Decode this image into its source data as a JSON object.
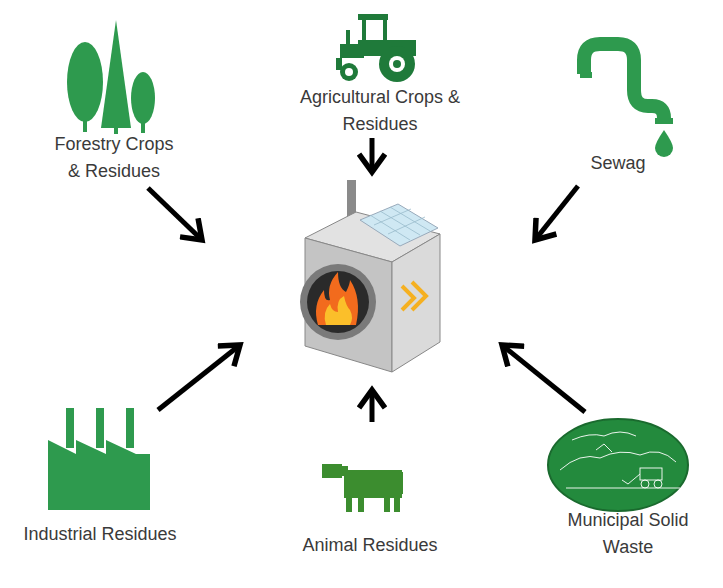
{
  "diagram": {
    "labels": [
      "Forestry Crops & Residues",
      "Agricultural Crops & Residues",
      "Sewag",
      "Industrial Residues",
      "Animal Residues",
      "Municipal Solid Waste"
    ]
  }
}
